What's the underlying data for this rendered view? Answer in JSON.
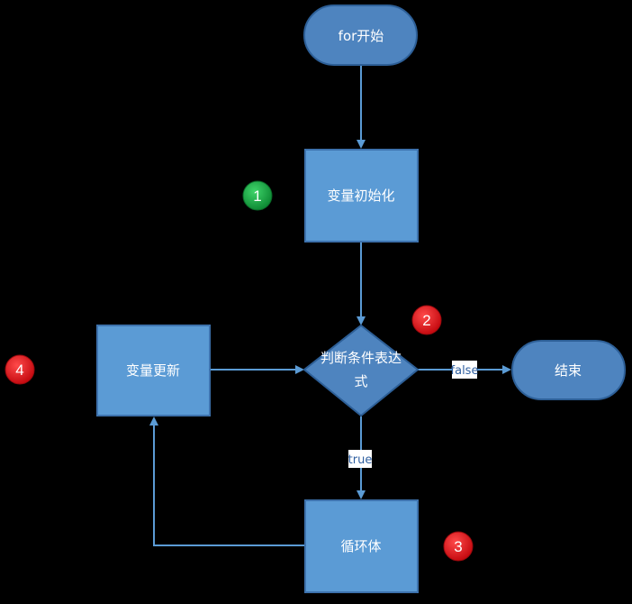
{
  "diagram": {
    "nodes": {
      "start": {
        "label": "for开始"
      },
      "init": {
        "label": "变量初始化"
      },
      "condition": {
        "line1": "判断条件表达",
        "line2": "式"
      },
      "update": {
        "label": "变量更新"
      },
      "end": {
        "label": "结束"
      },
      "body": {
        "label": "循环体"
      }
    },
    "edges": {
      "false_label": "false",
      "true_label": "true"
    },
    "badges": {
      "b1": {
        "text": "1",
        "color": "#1aaa4a"
      },
      "b2": {
        "text": "2",
        "color": "#e8141c"
      },
      "b3": {
        "text": "3",
        "color": "#e8141c"
      },
      "b4": {
        "text": "4",
        "color": "#e8141c"
      }
    },
    "colors": {
      "node_fill": "#5b9bd5",
      "terminal_fill": "#4e84bf",
      "arrow": "#5b9bd5"
    }
  }
}
